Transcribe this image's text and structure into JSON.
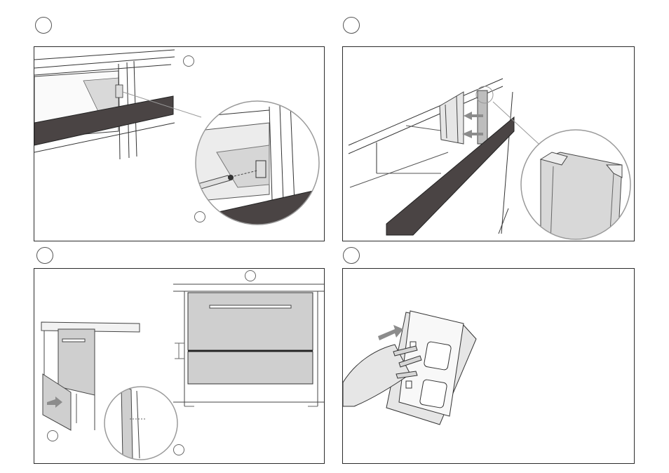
{
  "panels": [
    {
      "id": "panel-1",
      "description_visible_text": ""
    },
    {
      "id": "panel-2",
      "description_visible_text": ""
    },
    {
      "id": "panel-3",
      "description_visible_text": ""
    },
    {
      "id": "panel-4",
      "description_visible_text": ""
    }
  ],
  "colors": {
    "frame": "#2b2b2b",
    "strip": "#4a4444",
    "panel_gray": "#cfcfcf",
    "arrow_gray": "#8c8c8c",
    "magnifier_ring": "#9a9a9a"
  },
  "icons": [
    "screw-icon",
    "arrow-icon",
    "power-plug-icon",
    "power-outlet-icon"
  ]
}
